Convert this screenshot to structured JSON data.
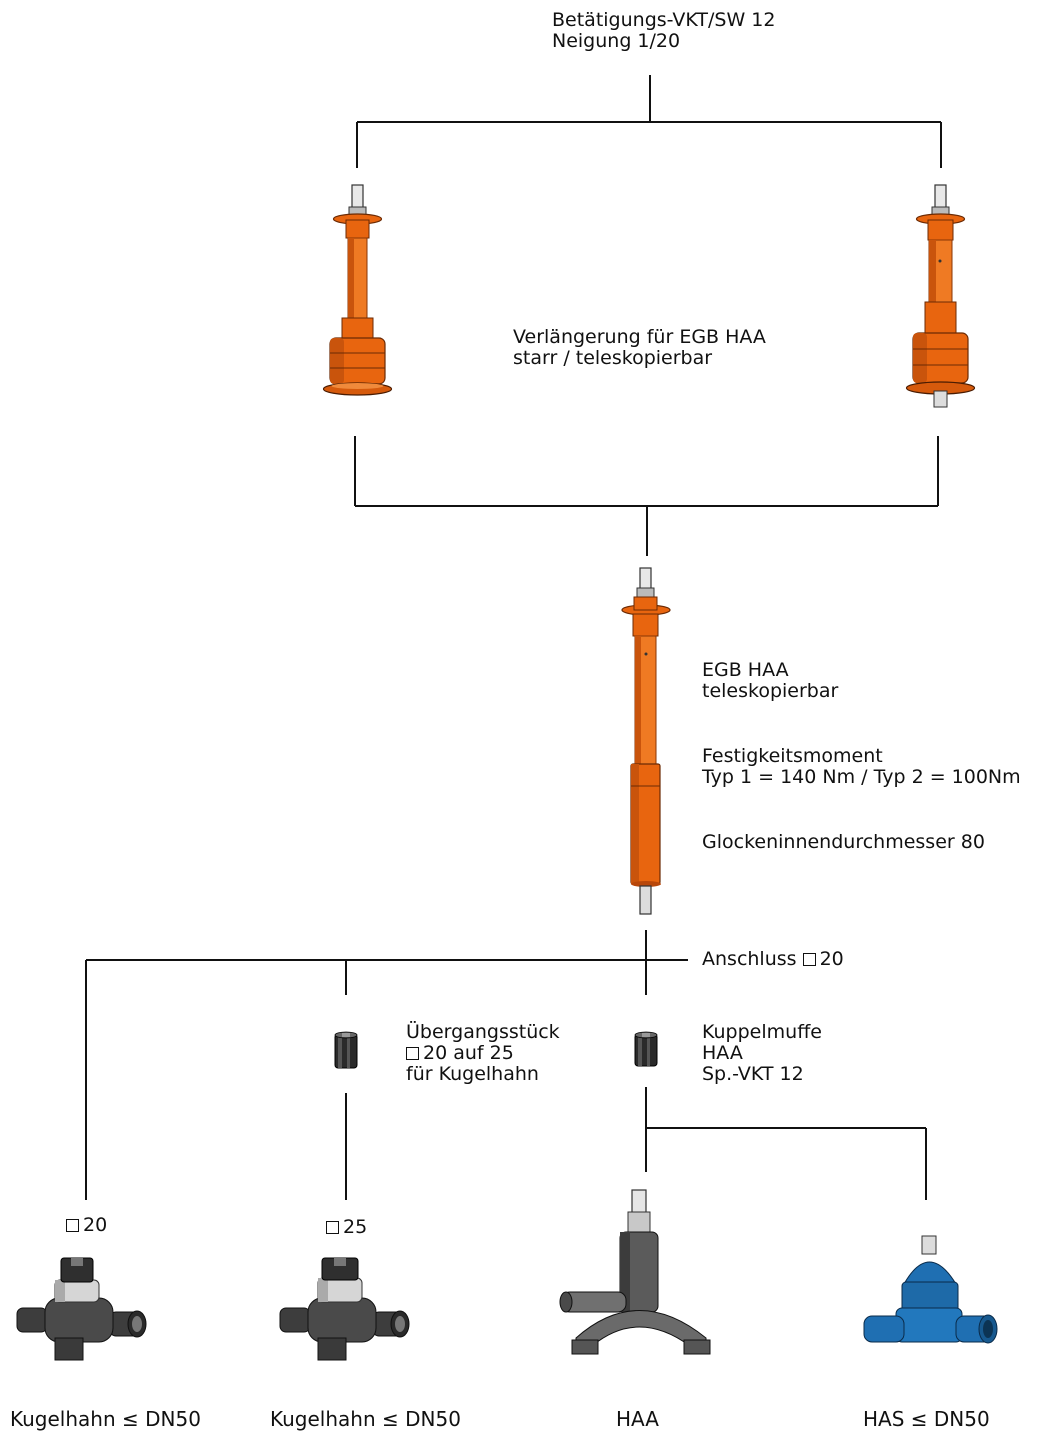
{
  "top": {
    "line1": "Betätigungs-VKT/SW 12",
    "line2": "Neigung 1/20"
  },
  "extension": {
    "line1": "Verlängerung für EGB HAA",
    "line2": "starr / teleskopierbar"
  },
  "egb": {
    "title1": "EGB HAA",
    "title2": "teleskopierbar",
    "strength1": "Festigkeitsmoment",
    "strength2": "Typ 1 = 140 Nm / Typ 2 = 100Nm",
    "bell": "Glockeninnendurchmesser 80"
  },
  "connection": {
    "label": "Anschluss",
    "size": "20"
  },
  "transition": {
    "line1": "Übergangsstück",
    "line2": "20 auf 25",
    "line3": "für Kugelhahn"
  },
  "coupling": {
    "line1": "Kuppelmuffe",
    "line2": "HAA",
    "line3": "Sp.-VKT 12"
  },
  "valves": [
    {
      "size": "20",
      "caption": "Kugelhahn ≤ DN50"
    },
    {
      "size": "25",
      "caption": "Kugelhahn ≤ DN50"
    },
    {
      "caption": "HAA"
    },
    {
      "caption": "HAS ≤ DN50"
    }
  ],
  "colors": {
    "line": "#111111",
    "orange": "#e8650f",
    "orange_dark": "#b8470a",
    "grey": "#555555",
    "blue": "#1f6fb2"
  },
  "icons": [
    "square-icon"
  ]
}
